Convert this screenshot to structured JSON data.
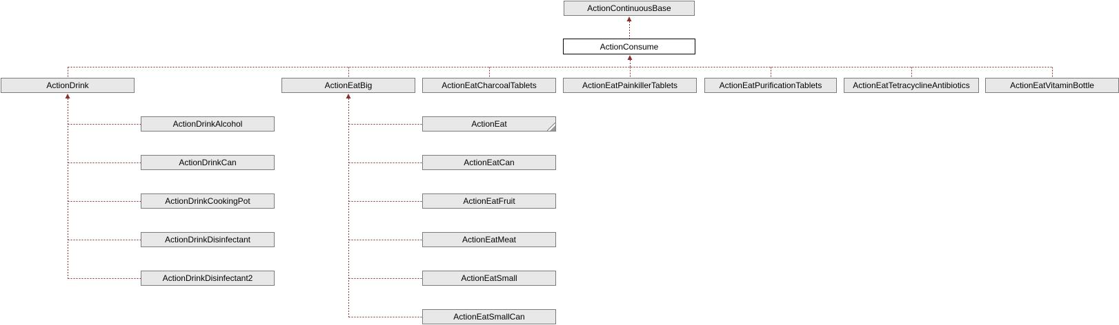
{
  "diagram": {
    "kind": "class-inheritance-graph",
    "colors": {
      "edge": "#8b2e2e",
      "node_fill": "#e8e8e8",
      "node_border": "#7b7b7b",
      "focus_fill": "#ffffff",
      "focus_border": "#000000",
      "text": "#000000"
    },
    "nodes": {
      "base": "ActionContinuousBase",
      "focus": "ActionConsume",
      "level1": [
        "ActionDrink",
        "ActionEatBig",
        "ActionEatCharcoalTablets",
        "ActionEatPainkillerTablets",
        "ActionEatPurificationTablets",
        "ActionEatTetracyclineAntibiotics",
        "ActionEatVitaminBottle"
      ],
      "drink_subclasses": [
        "ActionDrinkAlcohol",
        "ActionDrinkCan",
        "ActionDrinkCookingPot",
        "ActionDrinkDisinfectant",
        "ActionDrinkDisinfectant2"
      ],
      "eat_subclasses": [
        "ActionEat",
        "ActionEatCan",
        "ActionEatFruit",
        "ActionEatMeat",
        "ActionEatSmall",
        "ActionEatSmallCan"
      ],
      "truncated_node": "ActionEat"
    }
  }
}
